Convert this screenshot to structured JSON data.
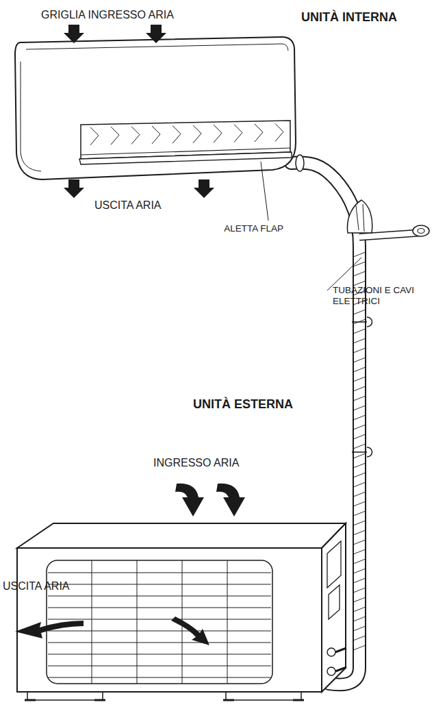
{
  "diagram": {
    "labels": [
      "GRIGLIA INGRESSO ARIA",
      "UNITÀ INTERNA",
      "USCITA ARIA",
      "ALETTA FLAP",
      "TUBAZIONI E CAVI ELETTRICI",
      "UNITÀ ESTERNA",
      "INGRESSO ARIA",
      "USCITA ARIA"
    ]
  }
}
